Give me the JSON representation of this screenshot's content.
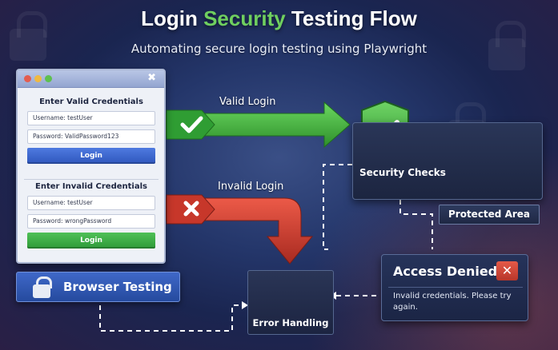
{
  "header": {
    "title_part1": "Login ",
    "title_accent": "Security",
    "title_part2": " Testing Flow",
    "subtitle": "Automating secure login testing using Playwright"
  },
  "browser": {
    "close_glyph": "✖",
    "valid_form": {
      "heading": "Enter Valid Credentials",
      "username": "Username: testUser",
      "password": "Password: ValidPassword123",
      "button": "Login"
    },
    "invalid_form": {
      "heading": "Enter Invalid Credentials",
      "username": "Username: testUser",
      "password": "Password: wrongPassword",
      "button": "Login"
    }
  },
  "browser_testing": {
    "label": "Browser Testing"
  },
  "flows": {
    "valid_label": "Valid Login",
    "invalid_label": "Invalid Login"
  },
  "security": {
    "checks_label": "Security Checks",
    "protected_label": "Protected Area"
  },
  "access_denied": {
    "title": "Access Denied",
    "close_glyph": "✕",
    "message": "Invalid credentials. Please try again."
  },
  "error_handling": {
    "label": "Error Handling"
  },
  "colors": {
    "accent_green": "#6fcf5f",
    "arrow_green": "#3fae3a",
    "arrow_red": "#d63a2c",
    "button_blue": "#2f57bd",
    "button_green": "#2e9a38"
  }
}
